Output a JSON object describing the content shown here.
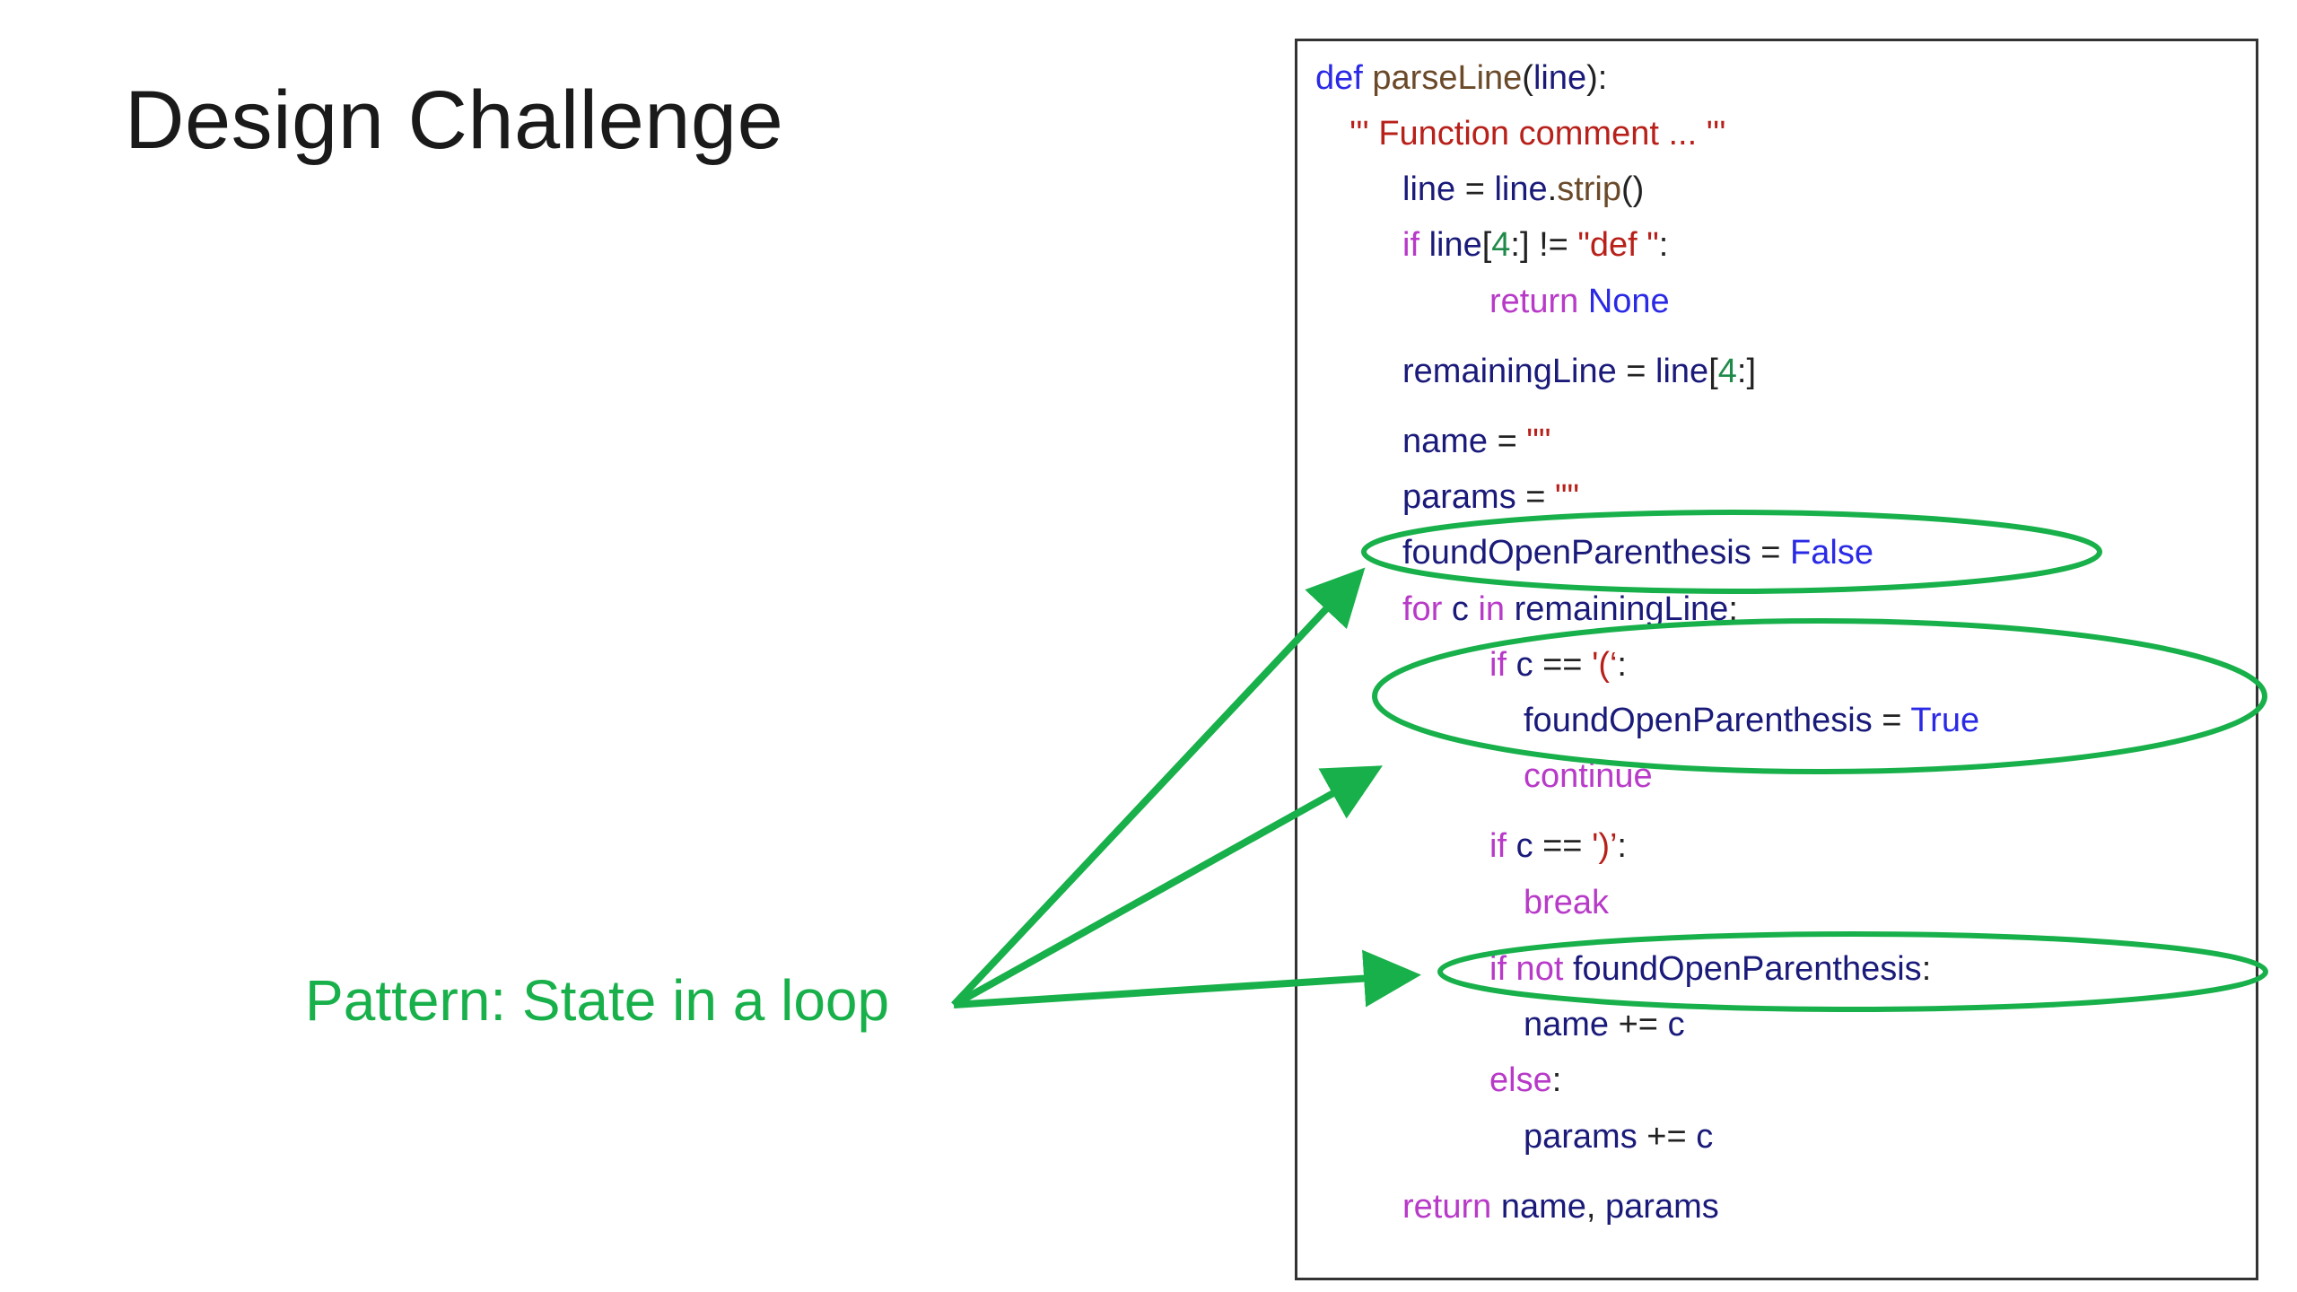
{
  "slide": {
    "title": "Design Challenge",
    "pattern_label": "Pattern: State in a loop",
    "accent_color": "#18b04a"
  },
  "code": {
    "colors": {
      "keyword": "#2a2ae6",
      "function_name": "#6b4a2a",
      "identifier": "#1a1a7a",
      "control": "#b83ac8",
      "string": "#b8201a",
      "number": "#1f8a4a",
      "operator": "#222222"
    },
    "lines": [
      [
        [
          "kw",
          "def "
        ],
        [
          "fn",
          "parseLine"
        ],
        [
          "op",
          "("
        ],
        [
          "id",
          "line"
        ],
        [
          "op",
          "):"
        ]
      ],
      [
        [
          "str",
          "''' Function comment ... '''"
        ]
      ],
      [
        [
          "id",
          "line"
        ],
        [
          "op",
          " = "
        ],
        [
          "id",
          "line"
        ],
        [
          "op",
          "."
        ],
        [
          "fn",
          "strip"
        ],
        [
          "op",
          "()"
        ]
      ],
      [
        [
          "ctl",
          "if "
        ],
        [
          "id",
          "line"
        ],
        [
          "op",
          "["
        ],
        [
          "num",
          "4"
        ],
        [
          "op",
          ":] != "
        ],
        [
          "str",
          "\"def \""
        ],
        [
          "op",
          ":"
        ]
      ],
      [
        [
          "ctl",
          "return "
        ],
        [
          "kw",
          "None"
        ]
      ],
      [
        [
          "id",
          "remainingLine"
        ],
        [
          "op",
          " = "
        ],
        [
          "id",
          "line"
        ],
        [
          "op",
          "["
        ],
        [
          "num",
          "4"
        ],
        [
          "op",
          ":]"
        ]
      ],
      [
        [
          "id",
          "name"
        ],
        [
          "op",
          " = "
        ],
        [
          "str",
          "\"\""
        ]
      ],
      [
        [
          "id",
          "params"
        ],
        [
          "op",
          " = "
        ],
        [
          "str",
          "\"\""
        ]
      ],
      [
        [
          "id",
          "foundOpenParenthesis"
        ],
        [
          "op",
          " = "
        ],
        [
          "kw",
          "False"
        ]
      ],
      [
        [
          "ctl",
          "for "
        ],
        [
          "id",
          "c "
        ],
        [
          "ctl",
          "in "
        ],
        [
          "id",
          "remainingLine"
        ],
        [
          "op",
          ":"
        ]
      ],
      [
        [
          "ctl",
          "if "
        ],
        [
          "id",
          "c"
        ],
        [
          "op",
          " == "
        ],
        [
          "str",
          "'(‘"
        ],
        [
          "op",
          ":"
        ]
      ],
      [
        [
          "id",
          "foundOpenParenthesis"
        ],
        [
          "op",
          " = "
        ],
        [
          "kw",
          "True"
        ]
      ],
      [
        [
          "ctl",
          "continue"
        ]
      ],
      [
        [
          "ctl",
          "if "
        ],
        [
          "id",
          "c"
        ],
        [
          "op",
          " == "
        ],
        [
          "str",
          "')’"
        ],
        [
          "op",
          ":"
        ]
      ],
      [
        [
          "ctl",
          "break"
        ]
      ],
      [
        [
          "ctl",
          "if not "
        ],
        [
          "id",
          "foundOpenParenthesis"
        ],
        [
          "op",
          ":"
        ]
      ],
      [
        [
          "id",
          "name"
        ],
        [
          "op",
          " += "
        ],
        [
          "id",
          "c"
        ]
      ],
      [
        [
          "ctl",
          "else"
        ],
        [
          "op",
          ":"
        ]
      ],
      [
        [
          "id",
          "params"
        ],
        [
          "op",
          " += "
        ],
        [
          "id",
          "c"
        ]
      ],
      [
        [
          "ctl",
          "return "
        ],
        [
          "id",
          "name"
        ],
        [
          "op",
          ", "
        ],
        [
          "id",
          "params"
        ]
      ]
    ]
  }
}
